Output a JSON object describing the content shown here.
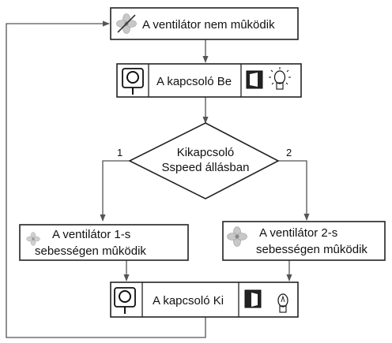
{
  "nodes": {
    "start": {
      "label": "A ventilátor nem mûködik",
      "icon": "fan-crossed-icon"
    },
    "switch_on": {
      "label": "A kapcsoló Be",
      "left_icon": "timer-knob-icon",
      "right_icon": "switch-on-lamp-lit-icon"
    },
    "decision": {
      "line1": "Kikapcsoló",
      "line2": "Sspeed állásban"
    },
    "speed1": {
      "line1": "A ventilátor 1-s",
      "line2": "sebességen mûködik",
      "icon": "fan-small-icon"
    },
    "speed2": {
      "line1": "A ventilátor 2-s",
      "line2": "sebességen mûködik",
      "icon": "fan-large-icon"
    },
    "switch_off": {
      "label": "A kapcsoló Ki",
      "left_icon": "timer-knob-icon",
      "right_icon": "switch-off-lamp-unlit-icon"
    }
  },
  "branches": {
    "left": "1",
    "right": "2"
  },
  "colors": {
    "line": "#555555",
    "box": "#222222"
  }
}
